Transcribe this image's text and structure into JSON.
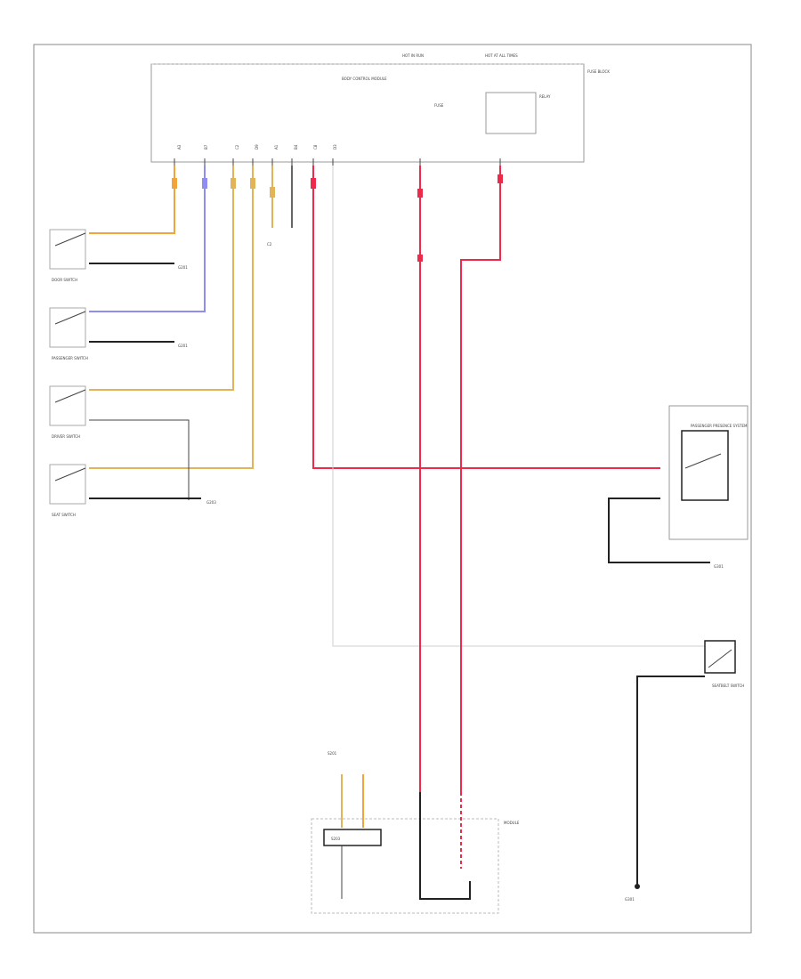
{
  "diagram": {
    "footer_code": "",
    "top_labels": {
      "hot_run": "HOT IN RUN",
      "hot_all": "HOT AT ALL TIMES"
    },
    "module_label": "BODY CONTROL MODULE",
    "fuse_block_label": "FUSE BLOCK",
    "passenger_presence_label": "PASSENGER PRESENCE SYSTEM",
    "seatbelt_label": "SEATBELT SWITCH",
    "g201": "G201",
    "g203": "G203",
    "g301": "G301",
    "s203": "S203",
    "s201": "S201",
    "pins": [
      "A3",
      "B7",
      "C2",
      "D9",
      "A1",
      "B4",
      "C8",
      "D3"
    ],
    "wire_colors": {
      "orange": "#f2a33a",
      "blue": "#8f8cf2",
      "tan": "#e2b45a",
      "red": "#ee2a4a",
      "black": "#2b2b2b",
      "pink": "#f06a8a",
      "grey": "#cccccc"
    }
  }
}
